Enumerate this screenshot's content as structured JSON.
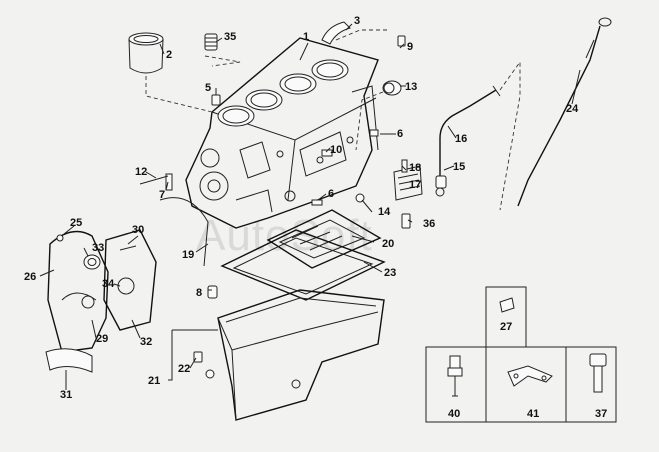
{
  "watermark": "AutoSoft",
  "callouts": [
    "1",
    "2",
    "3",
    "5",
    "6",
    "6",
    "7",
    "8",
    "9",
    "10",
    "12",
    "13",
    "14",
    "15",
    "16",
    "17",
    "18",
    "19",
    "20",
    "21",
    "22",
    "23",
    "24",
    "25",
    "26",
    "27",
    "29",
    "30",
    "31",
    "32",
    "33",
    "34",
    "35",
    "36",
    "37",
    "40",
    "41"
  ],
  "colors": {
    "ink": "#111111",
    "paper": "#f2f2f0",
    "watermark": "#d9d9d9"
  }
}
